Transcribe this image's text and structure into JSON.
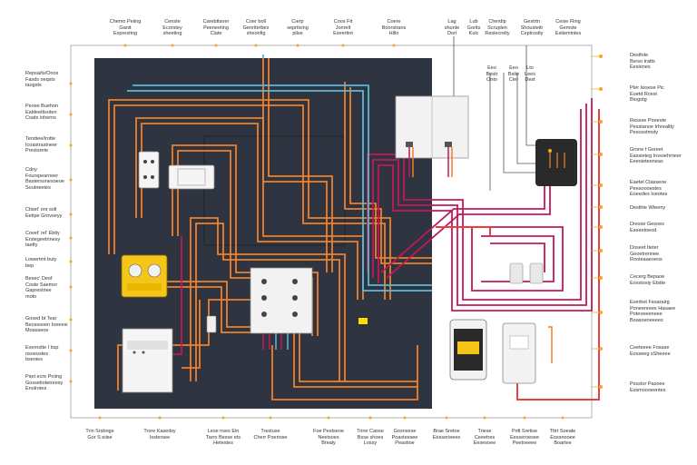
{
  "diagram": {
    "colors": {
      "panel": "#2e3440",
      "orange_wire": "#f07f2a",
      "red_wire": "#e8403f",
      "magenta_wire": "#c2185b",
      "blue_wire": "#5cb8d8",
      "callout_dot": "#f5a623",
      "yellow_device": "#f5c518"
    },
    "top_labels": [
      {
        "l1": "Chemo Peiing",
        "l2": "Ganit",
        "l3": "Expresting"
      },
      {
        "l1": "Censte",
        "l2": "Ecorstey",
        "l3": "sheeting"
      },
      {
        "l1": "Carebttsoer",
        "l2": "Peeneeting",
        "l3": "Clate"
      },
      {
        "l1": "Coer boll",
        "l2": "Genriterbes",
        "l3": "sheonfig"
      },
      {
        "l1": "Cierp",
        "l2": "seprtiving",
        "l3": "pilse"
      },
      {
        "l1": "Coos Fit",
        "l2": "Jonrelt",
        "l3": "Eseertint"
      },
      {
        "l1": "Coere",
        "l2": "Boorstrans",
        "l3": "Hillo"
      },
      {
        "l1": "Lag",
        "l2": "shunte",
        "l3": "Dorl"
      },
      {
        "l1": "Lub",
        "l2": "Gorits",
        "l3": "Kulc"
      },
      {
        "l1": "Cherdip",
        "l2": "Scruplen",
        "l3": "Resiecrelty"
      },
      {
        "l1": "Gestrtn",
        "l2": "Shousteitr",
        "l3": "Ceptrostly"
      },
      {
        "l1": "Cesie Fling",
        "l2": "Gemste",
        "l3": "Estiemintes"
      }
    ],
    "left_labels": [
      {
        "l1": "Repsa/ts/Ooos",
        "l2": "Fasds oeqsts",
        "l3": "taogsts"
      },
      {
        "l1": "Peose Buehon",
        "l2": "Ealdeetlisoten",
        "l3": "Coats ioherns"
      },
      {
        "l1": "Terstiee/irotte",
        "l2": "Icoastrastneer",
        "l3": "Prestsrete"
      },
      {
        "l1": "Cdoy",
        "l2": "Fourspearneer",
        "l3": "Bastersonesoeoe",
        "l4": "Soutneetes"
      },
      {
        "l1": "Ctiset' onr soll",
        "l2": "Eetipe Grnvseyy"
      },
      {
        "l1": "Covet' rel' Ebtiy",
        "l2": "Erstegeetrinesy",
        "l3": "taetty"
      },
      {
        "l1": "Lowertmt buty",
        "l2": "bep"
      },
      {
        "l1": "Besec' Deof",
        "l2": "Coste Saemor",
        "l3": "Gaprestriee",
        "l4": "moto"
      },
      {
        "l1": "Gosed bt Tear",
        "l2": "Becessoen Ineeesi",
        "l3": "Moasseoe"
      },
      {
        "l1": "Evernstte I tisp",
        "l2": "nsoeostes",
        "l3": "bsenies"
      },
      {
        "l1": "Pset ecre Pniing",
        "l2": "Gossetiotetoresy",
        "l3": "Enolrotes"
      }
    ],
    "right_labels": [
      {
        "l1": "Desthite",
        "l2": "Bsrso tratts",
        "l3": "Eesienes"
      },
      {
        "l1": "Pter Iwsese Pic",
        "l2": "Euetd Rcest",
        "l3": "Biogotg"
      },
      {
        "l1": "Ressse Pireeste",
        "l2": "Pesstanoe Irhrealtty",
        "l3": "Pescestmsty"
      },
      {
        "l1": "Grone f Gsreet",
        "l2": "Eassieteg Irosoehrneer",
        "l3": "Eeeoieteeneas"
      },
      {
        "l1": "Eaetel Ctasseoe",
        "l2": "Peesoooestes",
        "l3": "Eoeedes Ioeotes"
      },
      {
        "l1": "Desthte Wteeny"
      },
      {
        "l1": "Dresse Gesoes",
        "l2": "Eseeetoeod"
      },
      {
        "l1": "Doseet Iteter",
        "l2": "Geoetrennee",
        "l3": "Rooteaaeoeos"
      },
      {
        "l1": "Cecerg Bepaoe",
        "l2": "Eosstosiy Etstte"
      },
      {
        "l1": "Everbet Fesarairg",
        "l2": "Poneenrees Hasaee",
        "l3": "Poteoeeeneee",
        "l4": "Boasoeoeeees"
      },
      {
        "l1": "Ceeteeee Fosase",
        "l2": "Eosseeg sSheeee"
      },
      {
        "l1": "Pssstor Pasoee",
        "l2": "Essmoooeentes"
      }
    ],
    "bottom_labels": [
      {
        "l1": "Trin Srsbnge",
        "l2": "Gor S eiise"
      },
      {
        "l1": "Trore Kaseitsy",
        "l2": "Isstersee"
      },
      {
        "l1": "Lese nses Ein",
        "l2": "Tarro Besse ets",
        "l3": "Hetestes"
      },
      {
        "l1": "Trestuse",
        "l2": "Cherr Poeriose"
      },
      {
        "l1": "Foe Pestseoe",
        "l2": "Neetsoes",
        "l3": "Brealy"
      },
      {
        "l1": "Trine Caose",
        "l2": "Bsse shoes",
        "l3": "Lossy"
      },
      {
        "l1": "Gosnsese",
        "l2": "Poastessee",
        "l3": "Peastioe"
      },
      {
        "l1": "Brae Sretoe",
        "l2": "Eesserieees"
      },
      {
        "l1": "Triese",
        "l2": "Ceeetres",
        "l3": "Eesesoee"
      },
      {
        "l1": "Pritl Sretise",
        "l2": "Eesseroesee",
        "l3": "Peetoeeee"
      },
      {
        "l1": "Tttrt Soeate",
        "l2": "Eossnooee",
        "l3": "Boartee"
      }
    ],
    "inner_labels": [
      {
        "l1": "Eeo",
        "l2": "Bestr",
        "l3": "Onto"
      },
      {
        "l1": "Eeo",
        "l2": "Bstie",
        "l3": "Cter"
      },
      {
        "l1": "Lto",
        "l2": "Lees",
        "l3": "Dest"
      }
    ]
  }
}
